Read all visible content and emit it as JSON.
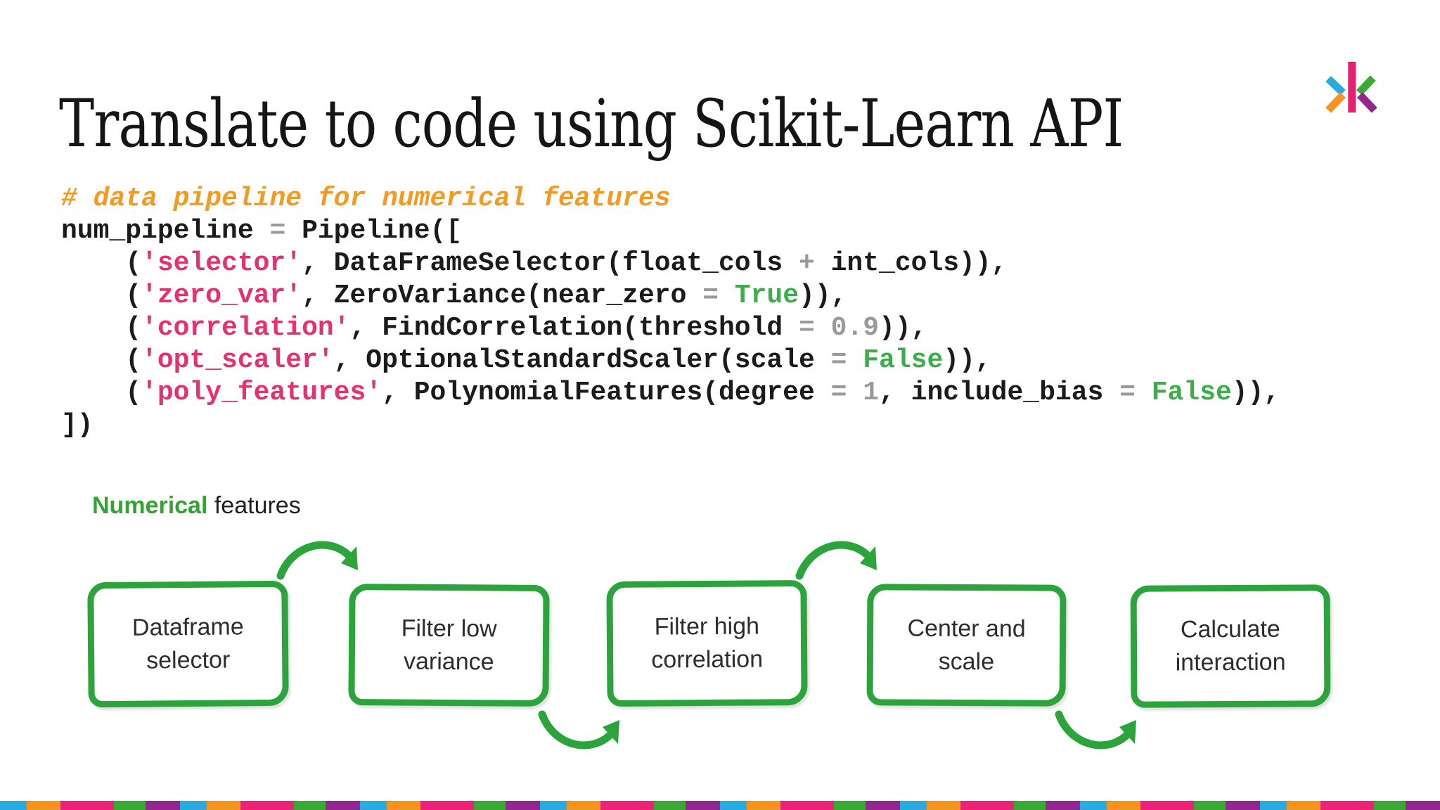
{
  "slide": {
    "title": "Translate to code using Scikit-Learn API"
  },
  "section": {
    "highlight": "Numerical",
    "rest": " features"
  },
  "code": {
    "lines": [
      [
        {
          "s": "com",
          "t": "# data pipeline for numerical features"
        }
      ],
      [
        {
          "s": "pl",
          "t": "num_pipeline "
        },
        {
          "s": "num",
          "t": "="
        },
        {
          "s": "pl",
          "t": " Pipeline(["
        }
      ],
      [
        {
          "s": "pl",
          "t": "    ("
        },
        {
          "s": "str",
          "t": "'selector'"
        },
        {
          "s": "pl",
          "t": ", DataFrameSelector(float_cols "
        },
        {
          "s": "num",
          "t": "+"
        },
        {
          "s": "pl",
          "t": " int_cols)),"
        }
      ],
      [
        {
          "s": "pl",
          "t": "    ("
        },
        {
          "s": "str",
          "t": "'zero_var'"
        },
        {
          "s": "pl",
          "t": ", ZeroVariance(near_zero "
        },
        {
          "s": "num",
          "t": "="
        },
        {
          "s": "pl",
          "t": " "
        },
        {
          "s": "kw",
          "t": "True"
        },
        {
          "s": "pl",
          "t": ")),"
        }
      ],
      [
        {
          "s": "pl",
          "t": "    ("
        },
        {
          "s": "str",
          "t": "'correlation'"
        },
        {
          "s": "pl",
          "t": ", FindCorrelation(threshold "
        },
        {
          "s": "num",
          "t": "="
        },
        {
          "s": "pl",
          "t": " "
        },
        {
          "s": "num",
          "t": "0.9"
        },
        {
          "s": "pl",
          "t": ")),"
        }
      ],
      [
        {
          "s": "pl",
          "t": "    ("
        },
        {
          "s": "str",
          "t": "'opt_scaler'"
        },
        {
          "s": "pl",
          "t": ", OptionalStandardScaler(scale "
        },
        {
          "s": "num",
          "t": "="
        },
        {
          "s": "pl",
          "t": " "
        },
        {
          "s": "kw",
          "t": "False"
        },
        {
          "s": "pl",
          "t": ")),"
        }
      ],
      [
        {
          "s": "pl",
          "t": "    ("
        },
        {
          "s": "str",
          "t": "'poly_features'"
        },
        {
          "s": "pl",
          "t": ", PolynomialFeatures(degree "
        },
        {
          "s": "num",
          "t": "="
        },
        {
          "s": "pl",
          "t": " "
        },
        {
          "s": "num",
          "t": "1"
        },
        {
          "s": "pl",
          "t": ", include_bias "
        },
        {
          "s": "num",
          "t": "="
        },
        {
          "s": "pl",
          "t": " "
        },
        {
          "s": "kw",
          "t": "False"
        },
        {
          "s": "pl",
          "t": ")),"
        }
      ],
      [
        {
          "s": "pl",
          "t": "])"
        }
      ]
    ]
  },
  "diagram": {
    "boxes": [
      {
        "line1": "Dataframe",
        "line2": "selector"
      },
      {
        "line1": "Filter low",
        "line2": "variance"
      },
      {
        "line1": "Filter high",
        "line2": "correlation"
      },
      {
        "line1": "Center and",
        "line2": "scale"
      },
      {
        "line1": "Calculate",
        "line2": "interaction"
      }
    ],
    "arrow_icon": "curved-arrow-icon"
  },
  "icons": {
    "logo": "brand-k-logo"
  },
  "colors": {
    "diagram-green": "#2BA43C",
    "label-green": "#35A233",
    "tok-com": "#F39B21",
    "tok-str": "#E5316F",
    "tok-kw": "#3CAE49",
    "tok-num": "#9A9A9A",
    "tok-pl": "#1B1B1B",
    "title-ink": "#151515",
    "logo-pink": "#EC1C70",
    "logo-blue": "#29ABE2",
    "logo-orange": "#F7941E",
    "logo-green": "#3AAA35",
    "logo-purple": "#93268F"
  },
  "stripe": {
    "colors": [
      "#29ABE2",
      "#F7941E",
      "#EC2277",
      "#3AAA35",
      "#93268F"
    ],
    "widths": [
      38,
      48,
      76,
      45,
      49
    ],
    "repeats": 8
  }
}
